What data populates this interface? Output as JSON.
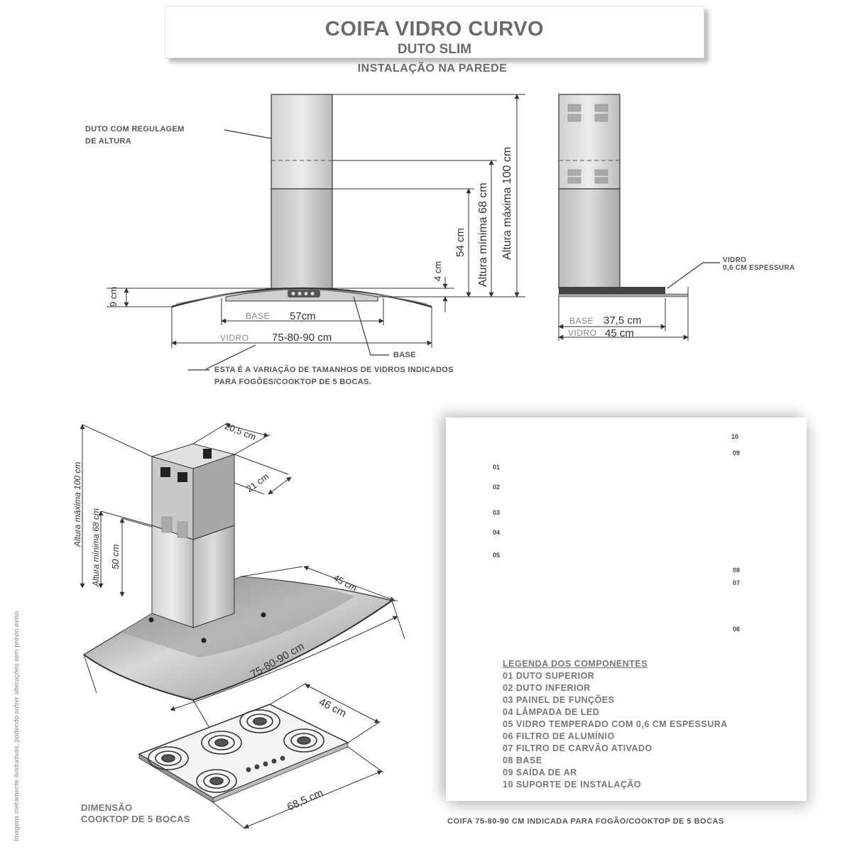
{
  "header": {
    "title": "COIFA VIDRO CURVO",
    "subtitle": "DUTO SLIM",
    "section": "INSTALAÇÃO NA PAREDE"
  },
  "front_view": {
    "duct_label_line1": "DUTO COM REGULAGEM",
    "duct_label_line2": "DE ALTURA",
    "dim_9cm": "9 cm",
    "dim_4cm": "4 cm",
    "dim_54cm": "54 cm",
    "dim_min": "Altura mínima 68 cm",
    "dim_max": "Altura máxima 100 cm",
    "base_word": "BASE",
    "base_value": "57cm",
    "glass_word": "VIDRO",
    "glass_value": "75-80-90 cm",
    "base_label": "BASE",
    "note_line1": "ESTA É A VARIAÇÃO DE TAMANHOS DE VIDROS INDICADOS",
    "note_line2": "PARA FOGÕES/COOKTOP DE 5 BOCAS."
  },
  "side_view": {
    "glass_label_line1": "VIDRO",
    "glass_label_line2": "0,6 CM ESPESSURA",
    "base_word": "BASE",
    "base_value": "37,5 cm",
    "glass_word": "VIDRO",
    "glass_value": "45 cm"
  },
  "iso_view": {
    "dim_top": "20,5 cm",
    "dim_side": "21 cm",
    "dim_max": "Altura máxima 100 cm",
    "dim_min": "Altura mínima 68 cm",
    "dim_50": "50 cm",
    "dim_depth": "45 cm",
    "dim_width": "75-80-90 cm"
  },
  "cooktop": {
    "dim_depth": "46 cm",
    "dim_width": "68,5 cm",
    "caption_line1": "DIMENSÃO",
    "caption_line2": "COOKTOP DE 5 BOCAS"
  },
  "components": {
    "callouts": [
      "01",
      "02",
      "03",
      "04",
      "05",
      "06",
      "07",
      "08",
      "09",
      "10"
    ],
    "legend_title": "LEGENDA DOS COMPONENTES",
    "legend": [
      "01 DUTO SUPERIOR",
      "02 DUTO INFERIOR",
      "03 PAINEL DE FUNÇÕES",
      "04 LÂMPADA DE LED",
      "05 VIDRO TEMPERADO COM 0,6 CM ESPESSURA",
      "06 FILTRO DE ALUMÍNIO",
      "07 FILTRO DE CARVÃO ATIVADO",
      "08 BASE",
      "09 SAÍDA DE AR",
      "10 SUPORTE DE  INSTALAÇÃO"
    ]
  },
  "footer": {
    "caption": "COIFA 75-80-90 CM INDICADA PARA FOGÃO/COOKTOP DE 5 BOCAS",
    "side_note": "Imagens meramente ilustrativas, podendo sofrer alterações sem prévio aviso"
  }
}
